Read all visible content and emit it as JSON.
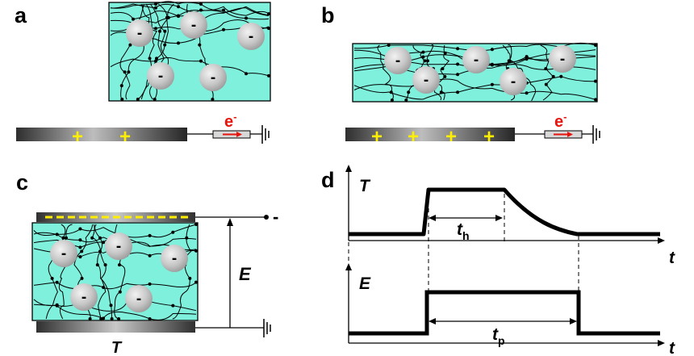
{
  "panels": {
    "a": "a",
    "b": "b",
    "c": "c",
    "d": "d"
  },
  "particle_charge": "-",
  "electrode_charge": "+",
  "electron": {
    "symbol": "e",
    "superscript": "-"
  },
  "panel_c": {
    "terminal_label": "-",
    "voltage_label": "E",
    "temperature_label": "T"
  },
  "panel_d": {
    "top_axis_y": "T",
    "bottom_axis_y": "E",
    "x_axis": "t",
    "heating_duration": {
      "symbol": "t",
      "subscript": "h"
    },
    "pulse_duration": {
      "symbol": "t",
      "subscript": "p"
    }
  },
  "colors": {
    "gel": "#7ff0dc",
    "particle": "#c8c8c8",
    "chain": "#000000",
    "plus_marks": "#ffee00",
    "electron_arrow": "#e8150f",
    "electrode_dark": "#3a3a3a"
  }
}
